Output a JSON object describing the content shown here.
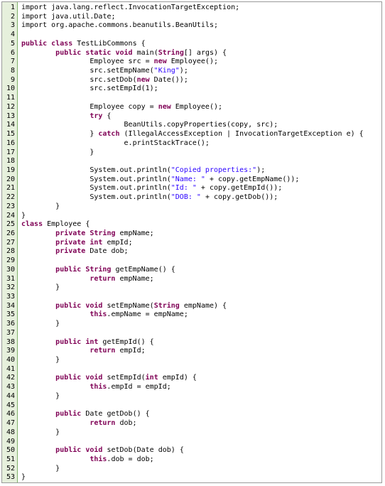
{
  "window": {
    "title": ""
  },
  "editor": {
    "language": "java",
    "colors": {
      "keyword": "#7f0055",
      "string": "#2a00ff",
      "gutter_bg": "#e6f0dc",
      "gutter_border": "#7fb26a"
    },
    "lines": [
      "import java.lang.reflect.InvocationTargetException;",
      "import java.util.Date;",
      "import org.apache.commons.beanutils.BeanUtils;",
      "",
      "public class TestLibCommons {",
      "        public static void main(String[] args) {",
      "                Employee src = new Employee();",
      "                src.setEmpName(\"King\");",
      "                src.setDob(new Date());",
      "                src.setEmpId(1);",
      "",
      "                Employee copy = new Employee();",
      "                try {",
      "                        BeanUtils.copyProperties(copy, src);",
      "                } catch (IllegalAccessException | InvocationTargetException e) {",
      "                        e.printStackTrace();",
      "                }",
      "",
      "                System.out.println(\"Copied properties:\");",
      "                System.out.println(\"Name: \" + copy.getEmpName());",
      "                System.out.println(\"Id: \" + copy.getEmpId());",
      "                System.out.println(\"DOB: \" + copy.getDob());",
      "        }",
      "}",
      "class Employee {",
      "        private String empName;",
      "        private int empId;",
      "        private Date dob;",
      "",
      "        public String getEmpName() {",
      "                return empName;",
      "        }",
      "",
      "        public void setEmpName(String empName) {",
      "                this.empName = empName;",
      "        }",
      "",
      "        public int getEmpId() {",
      "                return empId;",
      "        }",
      "",
      "        public void setEmpId(int empId) {",
      "                this.empId = empId;",
      "        }",
      "",
      "        public Date getDob() {",
      "                return dob;",
      "        }",
      "",
      "        public void setDob(Date dob) {",
      "                this.dob = dob;",
      "        }",
      "}"
    ]
  }
}
